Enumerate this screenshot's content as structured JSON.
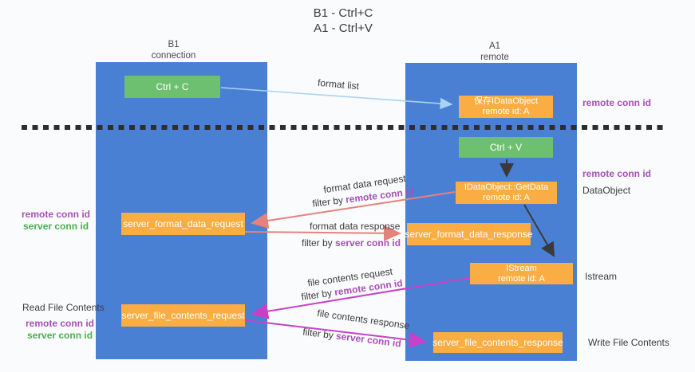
{
  "title": {
    "line1": "B1 - Ctrl+C",
    "line2": "A1 - Ctrl+V"
  },
  "columns": {
    "left": {
      "name": "B1",
      "role": "connection"
    },
    "right": {
      "name": "A1",
      "role": "remote"
    }
  },
  "nodes": {
    "ctrl_c": "Ctrl + C",
    "ctrl_v": "Ctrl + V",
    "save_idataobject": {
      "line1": "保存IDataObject",
      "line2": "remote id: A"
    },
    "getdata": {
      "line1": "IDataObject::GetData",
      "line2": "remote id: A"
    },
    "istream": {
      "line1": "IStream",
      "line2": "remote id: A"
    },
    "server_format_data_request": "server_format_data_request",
    "server_format_data_response": "server_format_data_response",
    "server_file_contents_request": "server_file_contents_request",
    "server_file_contents_response": "server_file_contents_response"
  },
  "flow_labels": {
    "format_list": "format list",
    "format_data_request": "format data request",
    "format_data_response": "format data response",
    "file_contents_request": "file contents request",
    "file_contents_response": "file contents response",
    "filter_by": "filter by ",
    "remote_conn_id": "remote conn id",
    "server_conn_id": "server conn id"
  },
  "side_labels": {
    "remote_conn_id": "remote conn id",
    "server_conn_id": "server conn id",
    "dataobject": "DataObject",
    "istream": "Istream",
    "read_file_contents": "Read File Contents",
    "write_file_contents": "Write File Contents"
  },
  "colors": {
    "column_blue": "#4a80d4",
    "node_orange": "#f9ad42",
    "node_green": "#6ec071",
    "arrow_salmon": "#e5827c",
    "arrow_magenta": "#c840c8",
    "arrow_lightblue": "#a9d3f2",
    "arrow_black": "#3a3a3a",
    "text_purple": "#a64fb5",
    "text_green": "#4cae51",
    "dash_line": "#2e2e2e"
  }
}
